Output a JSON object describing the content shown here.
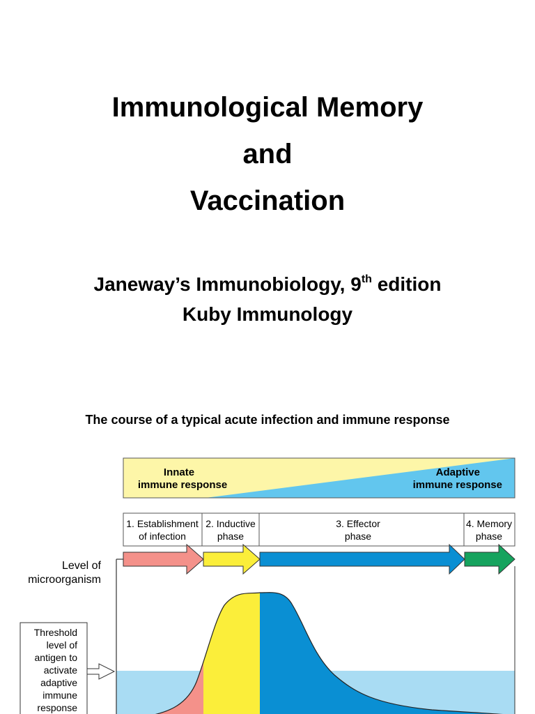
{
  "slide": {
    "title_lines": [
      "Immunological Memory",
      "and",
      "Vaccination"
    ],
    "references": {
      "janeway_prefix": "Janeway’s Immunobiology, 9",
      "janeway_sup": "th",
      "janeway_suffix": " edition",
      "kuby": "Kuby Immunology"
    },
    "figure_caption": "The course of a typical acute infection and immune response"
  },
  "diagram": {
    "response_banner": {
      "innate_line1": "Innate",
      "innate_line2": "immune response",
      "adaptive_line1": "Adaptive",
      "adaptive_line2": "immune response"
    },
    "phases": [
      {
        "line1": "1. Establishment",
        "line2": "of infection",
        "color": "#f4918a"
      },
      {
        "line1": "2. Inductive",
        "line2": "phase",
        "color": "#fbee3a"
      },
      {
        "line1": "3. Effector",
        "line2": "phase",
        "color": "#0a8fd3"
      },
      {
        "line1": "4. Memory",
        "line2": "phase",
        "color": "#16a35e"
      }
    ],
    "y_axis_label_line1": "Level of",
    "y_axis_label_line2": "microorganism",
    "threshold_label": [
      "Threshold",
      "level of",
      "antigen to",
      "activate",
      "adaptive",
      "immune",
      "response"
    ],
    "colors": {
      "innate_band": "#fdf6a8",
      "adaptive_band": "#62c6ee",
      "threshold_band": "#a9dcf3"
    }
  }
}
